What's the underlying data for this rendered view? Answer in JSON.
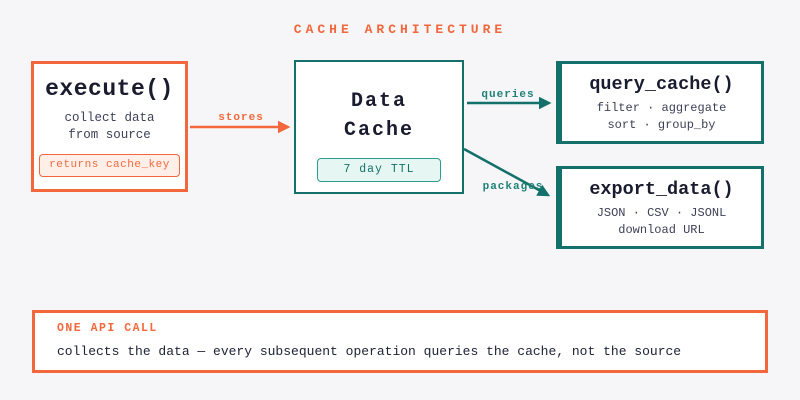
{
  "title": "CACHE ARCHITECTURE",
  "colors": {
    "orange": "#F2683C",
    "teal": "#14706A",
    "teal_badge_border": "#2E9C8C",
    "teal_light_bg": "#E6F7F3",
    "orange_light_bg": "#FEF0E9",
    "heading_text": "#191B2E",
    "desc_text": "#3D4058",
    "background": "#F6F6F8"
  },
  "nodes": {
    "execute": {
      "heading": "execute()",
      "desc_line1": "collect data",
      "desc_line2": "from source",
      "badge": "returns cache_key"
    },
    "data_cache": {
      "heading_line1": "Data",
      "heading_line2": "Cache",
      "badge": "7 day TTL"
    },
    "query_cache": {
      "heading": "query_cache()",
      "desc_line1": "filter · aggregate",
      "desc_line2": "sort · group_by"
    },
    "export_data": {
      "heading": "export_data()",
      "desc_line1": "JSON · CSV · JSONL",
      "desc_line2": "download URL"
    }
  },
  "edges": {
    "stores": "stores",
    "queries": "queries",
    "packages": "packages"
  },
  "note": {
    "heading": "ONE API CALL",
    "body": "collects the data — every subsequent operation queries the cache, not the source"
  }
}
